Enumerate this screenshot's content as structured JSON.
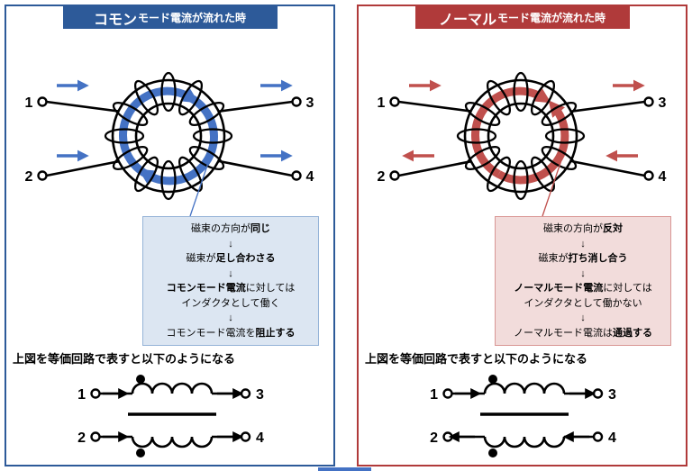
{
  "page": {
    "background": "#ffffff",
    "footer_divider_color": "#4472c4"
  },
  "panels": [
    {
      "mode": "common",
      "title_big": "コモン",
      "title_rest": "モード電流が流れた時",
      "accent": "#2d5a99",
      "arrow_color": "#4472c4",
      "flux_direction": "same",
      "current_direction": {
        "top": "right",
        "bottom": "right"
      },
      "terminals": [
        "1",
        "2",
        "3",
        "4"
      ],
      "note": {
        "bg": "#dce6f2",
        "border": "#95b3d7",
        "lines": [
          {
            "pre": "磁束の方向が",
            "bold": "同じ"
          },
          {
            "pre": "↓"
          },
          {
            "pre": "磁束が",
            "bold": "足し合わさる"
          },
          {
            "pre": "↓"
          },
          {
            "bold": "コモンモード電流",
            "post": "に対しては"
          },
          {
            "pre": "インダクタとして働く"
          },
          {
            "pre": "↓"
          },
          {
            "pre": "コモンモード電流を",
            "bold": "阻止する"
          }
        ]
      },
      "equiv_caption": "上図を等価回路で表すと以下のようになる"
    },
    {
      "mode": "normal",
      "title_big": "ノーマル",
      "title_rest": "モード電流が流れた時",
      "accent": "#b03a3a",
      "arrow_color": "#c0504d",
      "flux_direction": "opposite",
      "current_direction": {
        "top": "right",
        "bottom": "left"
      },
      "terminals": [
        "1",
        "2",
        "3",
        "4"
      ],
      "note": {
        "bg": "#f2dcdb",
        "border": "#d99694",
        "lines": [
          {
            "pre": "磁束の方向が",
            "bold": "反対"
          },
          {
            "pre": "↓"
          },
          {
            "pre": "磁束が",
            "bold": "打ち消し合う"
          },
          {
            "pre": "↓"
          },
          {
            "bold": "ノーマルモード電流",
            "post": "に対しては"
          },
          {
            "pre": "インダクタとして働かない"
          },
          {
            "pre": "↓"
          },
          {
            "pre": "ノーマルモード電流は",
            "bold": "通過する"
          }
        ]
      },
      "equiv_caption": "上図を等価回路で表すと以下のようになる"
    }
  ]
}
